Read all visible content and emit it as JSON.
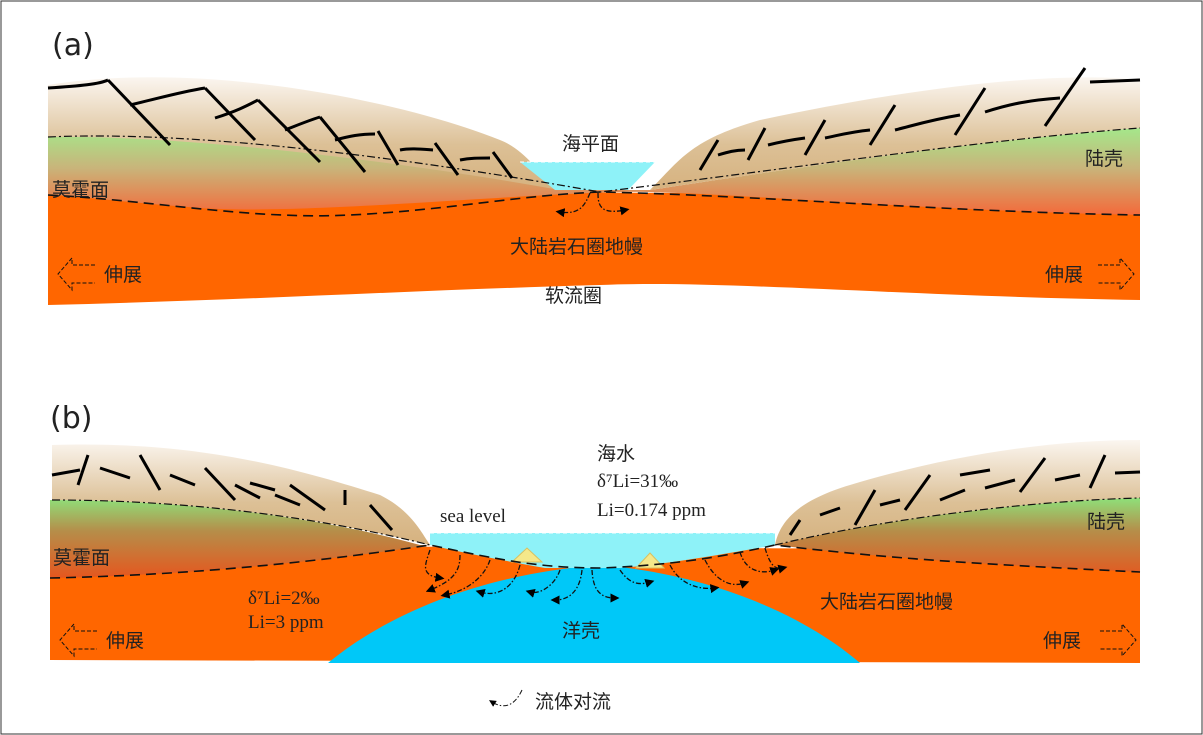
{
  "panel_a": {
    "label": "(a)",
    "sea_level": "海平面",
    "continental_crust": "陆壳",
    "moho": "莫霍面",
    "lithospheric_mantle": "大陆岩石圈地幔",
    "extension_left": "伸展",
    "extension_right": "伸展",
    "asthenosphere": "软流圈"
  },
  "panel_b": {
    "label": "(b)",
    "seawater": "海水",
    "seawater_d7li": "δ⁷Li=31‰",
    "seawater_li": "Li=0.174 ppm",
    "sea_level": "sea level",
    "continental_crust": "陆壳",
    "moho": "莫霍面",
    "mantle_d7li": "δ⁷Li=2‰",
    "mantle_li": "Li=3 ppm",
    "oceanic_crust": "洋壳",
    "lithospheric_mantle": "大陆岩石圈地幔",
    "extension_left": "伸展",
    "extension_right": "伸展"
  },
  "legend": {
    "fluid_convection": "流体对流"
  },
  "colors": {
    "mantle": "#ff6600",
    "sea": "#8ef2f8",
    "oceanic_crust": "#00c8f8",
    "crust_tan": "#d8b987"
  }
}
